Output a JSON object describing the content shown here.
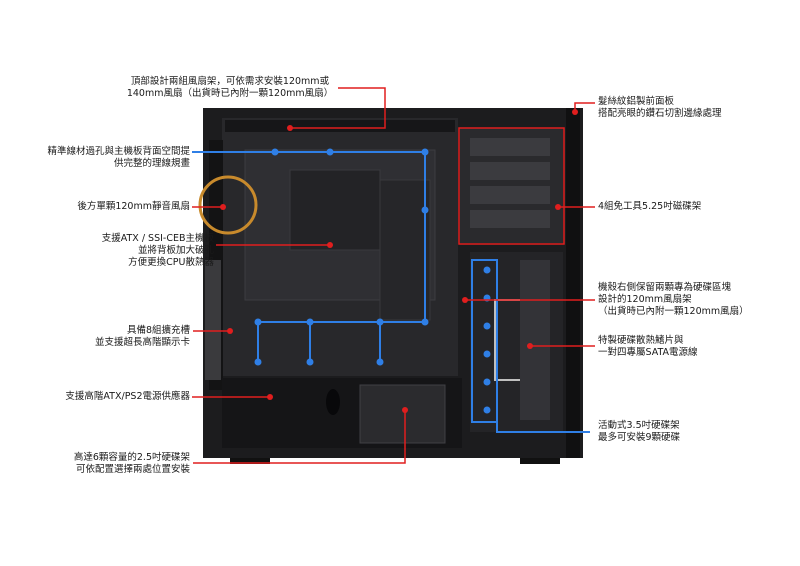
{
  "colors": {
    "accent_red": "#e01e1e",
    "accent_blue": "#2f7fe6",
    "case_dark": "#1c1c1e"
  },
  "labels": {
    "top_fan": {
      "line1": "頂部設計兩組風扇架，可依需求安裝120mm或",
      "line2": "140mm風扇（出貨時已內附一顆120mm風扇）"
    },
    "cable": {
      "line1": "精準線材過孔與主機板背面空間提",
      "line2": "供完整的理線規畫"
    },
    "rear_fan": {
      "line1": "後方單顆120mm靜音風扇"
    },
    "board": {
      "line1": "支援ATX / SSI-CEB主機板",
      "line2": "並將背板加大破孔",
      "line3": "方便更換CPU散熱器"
    },
    "slots": {
      "line1": "具備8組擴充槽",
      "line2": "並支援超長高階顯示卡"
    },
    "psu": {
      "line1": "支援高階ATX/PS2電源供應器"
    },
    "ssd": {
      "line1": "高達6顆容量的2.5吋硬碟架",
      "line2": "可依配置選擇兩處位置安裝"
    },
    "front": {
      "line1": "髮絲紋鋁製前面板",
      "line2": "搭配亮眼的鑽石切割邊緣處理"
    },
    "bays": {
      "line1": "4組免工具5.25吋磁碟架"
    },
    "hdd_fan": {
      "line1": "機殼右側保留兩顆專為硬碟區塊",
      "line2": "設計的120mm風扇架",
      "line3": "（出貨時已內附一顆120mm風扇）"
    },
    "hdd_sata": {
      "line1": "特製硬碟散熱鰭片與",
      "line2": "一對四專屬SATA電源線"
    },
    "hdd_cage": {
      "line1": "活動式3.5吋硬碟架",
      "line2": "最多可安裝9顆硬碟"
    }
  }
}
